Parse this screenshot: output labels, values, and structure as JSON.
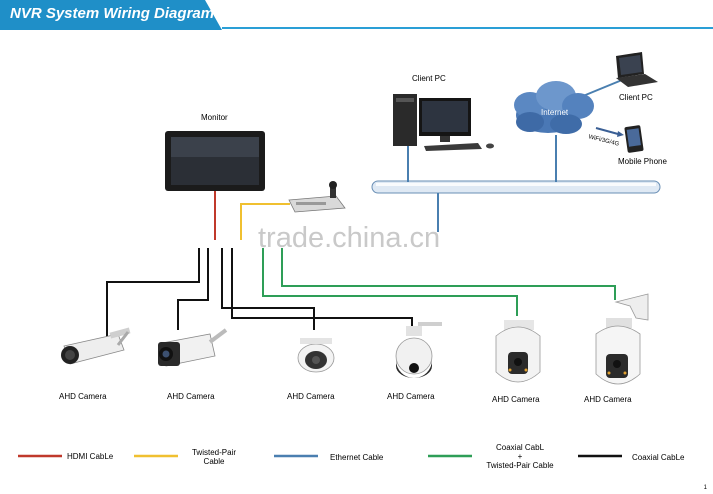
{
  "title": "NVR System Wiring Diagram",
  "watermark": "trade.china.cn",
  "devices": {
    "monitor": "Monitor",
    "client_pc_1": "Client PC",
    "client_pc_2": "Client PC",
    "internet": "Internet",
    "mobile_phone": "Mobile Phone",
    "wifi": "WiFi/3G/4G"
  },
  "cameras": [
    "AHD Camera",
    "AHD Camera",
    "AHD Camera",
    "AHD Camera",
    "AHD Camera",
    "AHD Camera"
  ],
  "legend": {
    "hdmi": "HDMI CabLe",
    "twisted_line1": "Twisted-Pair",
    "twisted_line2": "Cable",
    "ethernet": "Ethernet Cable",
    "coax_twisted_line1": "Coaxial CabL",
    "coax_twisted_line2": "+",
    "coax_twisted_line3": "Twisted-Pair Cable",
    "coaxial": "Coaxial CabLe"
  },
  "colors": {
    "banner": "#1f8fc8",
    "hdmi": "#c0392b",
    "twisted": "#f0c030",
    "ethernet": "#4a7fb0",
    "coax_twisted": "#2e9e57",
    "coaxial": "#111111"
  },
  "page_number": "1"
}
